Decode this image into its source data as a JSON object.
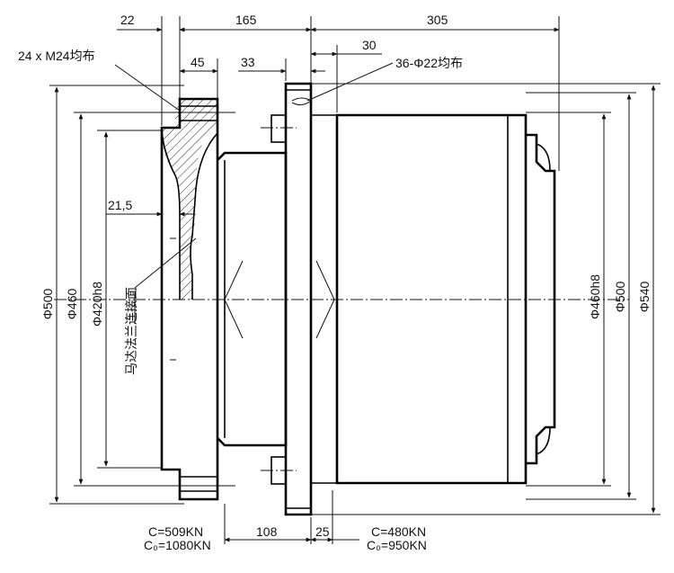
{
  "dimensions": {
    "top": {
      "d22": "22",
      "d165": "165",
      "d305": "305",
      "d45": "45",
      "d33": "33",
      "d30": "30"
    },
    "left_diameters": {
      "d500": "Φ500",
      "d460": "Φ460",
      "d420h8": "Φ420h8"
    },
    "right_diameters": {
      "d460h8": "Φ460h8",
      "d500": "Φ500",
      "d540": "Φ540"
    },
    "d21_5": "21,5",
    "bottom": {
      "d108": "108",
      "d25": "25"
    }
  },
  "callouts": {
    "left_bolts": "24 x M24均布",
    "right_holes": "36-Φ22均布",
    "motor_flange": "马达法兰连接面"
  },
  "loads": {
    "left": {
      "c": "C=509KN",
      "c0": "C₀=1080KN"
    },
    "right": {
      "c": "C=480KN",
      "c0": "C₀=950KN"
    }
  }
}
